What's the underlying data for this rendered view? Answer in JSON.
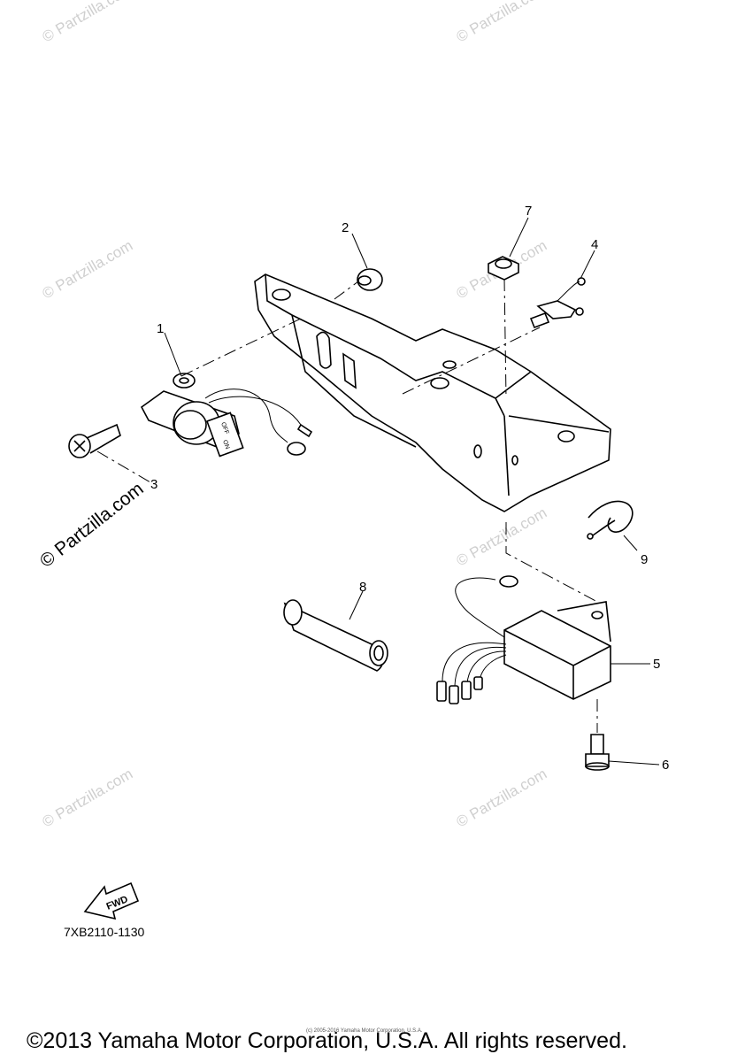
{
  "watermarks": {
    "partzilla": "© Partzilla.com",
    "partzilla_main": "© Partzilla.com"
  },
  "callouts": [
    "1",
    "2",
    "3",
    "4",
    "5",
    "6",
    "7",
    "8",
    "9"
  ],
  "fwd_label": "FWD",
  "switch_labels": {
    "off": "OFF",
    "on": "ON"
  },
  "diagram_code": "7XB2110-1130",
  "tiny_notice": "(c) 2005-2016 Yamaha Motor Corporation, U.S.A.",
  "copyright": "©2013 Yamaha Motor Corporation, U.S.A. All rights reserved."
}
